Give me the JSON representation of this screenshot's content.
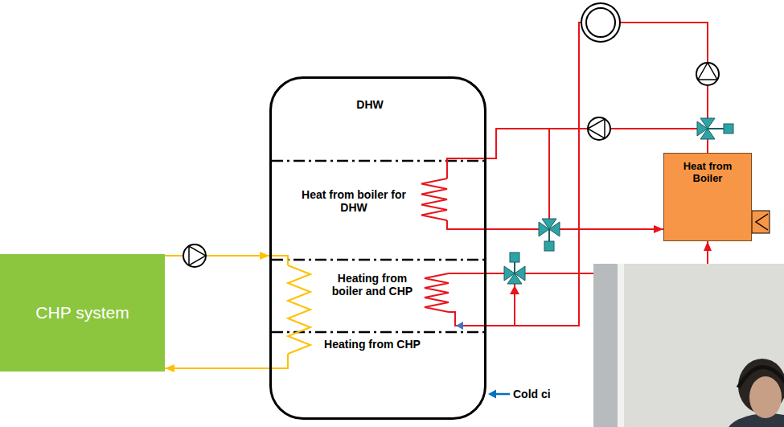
{
  "diagram": {
    "nodes": [
      {
        "text": [
          "CHP system"
        ]
      },
      {
        "text": [
          "DHW"
        ]
      },
      {
        "text": [
          "Heat from boiler for DHW"
        ],
        "in": 1
      },
      {
        "text": [
          "Heating from boiler and CHP"
        ],
        "in": 1
      },
      {
        "text": [
          "Heating from CHP"
        ],
        "in": 1
      },
      {
        "text": [
          "Heat from Boiler"
        ]
      }
    ],
    "edges": [
      {
        "from": 0,
        "to": 1,
        "arrow": "to"
      },
      {
        "from": 1,
        "to": 0,
        "arrow": "to"
      },
      {
        "from": 1,
        "to": 5,
        "arrow": "to"
      },
      {
        "from": 1,
        "to": 5,
        "arrow": "to"
      },
      {
        "from": 5,
        "to": 1,
        "arrow": "none"
      }
    ],
    "labels": [
      "Cold ci"
    ]
  }
}
